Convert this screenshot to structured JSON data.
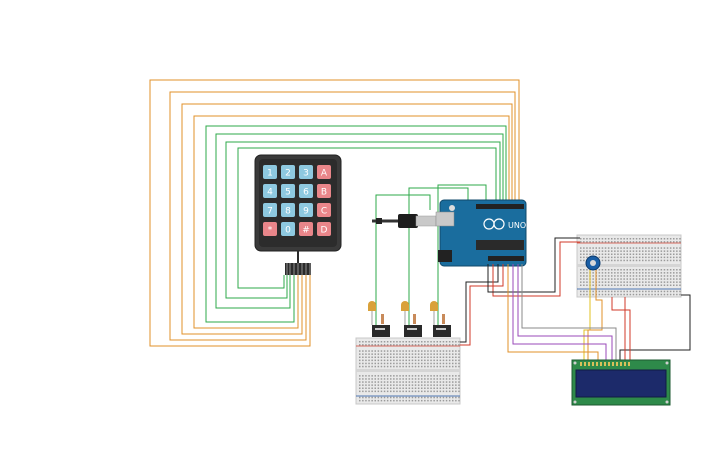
{
  "canvas": {
    "background": "#ffffff"
  },
  "keypad": {
    "keys": [
      "1",
      "2",
      "3",
      "A",
      "4",
      "5",
      "6",
      "B",
      "7",
      "8",
      "9",
      "C",
      "*",
      "0",
      "#",
      "D"
    ],
    "num_color": "#8ec9e0",
    "letter_color": "#e9868a",
    "body_color": "#3a3a3a"
  },
  "arduino": {
    "model_label": "UNO",
    "board_color": "#1a6d9e"
  },
  "wires": {
    "orange": "#e0902a",
    "green": "#2ea84a",
    "red": "#d03a2a",
    "black": "#222222",
    "purple": "#9a4ab8",
    "gray": "#8a8a8a"
  },
  "lcd": {
    "screen_color": "#1c2a6a",
    "board_color": "#2e8a4a"
  },
  "breadboard": {
    "color": "#e9e9e9"
  }
}
